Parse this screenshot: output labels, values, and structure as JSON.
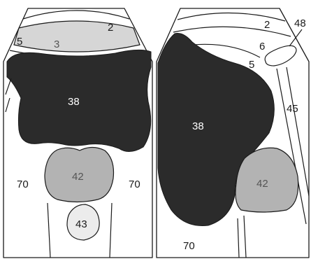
{
  "colors": {
    "dark_region": "#2b2b2b",
    "mid_gray_region": "#b3b3b3",
    "light_gray_region": "#d6d6d6",
    "pale_region": "#ececec",
    "line": "#1a1a1a"
  },
  "left_panel": {
    "labels": {
      "band_outer": "2",
      "band_gray": "3",
      "band_edge": "5",
      "dark_mass": "38",
      "round_mass": "42",
      "small_mass": "43",
      "side_left": "70",
      "side_right": "70"
    }
  },
  "right_panel": {
    "labels": {
      "band_outer": "2",
      "band_middle": "6",
      "band_edge": "5",
      "oval_region": "48",
      "dark_mass": "38",
      "round_mass": "42",
      "right_strip": "45",
      "bottom_area": "70"
    }
  }
}
